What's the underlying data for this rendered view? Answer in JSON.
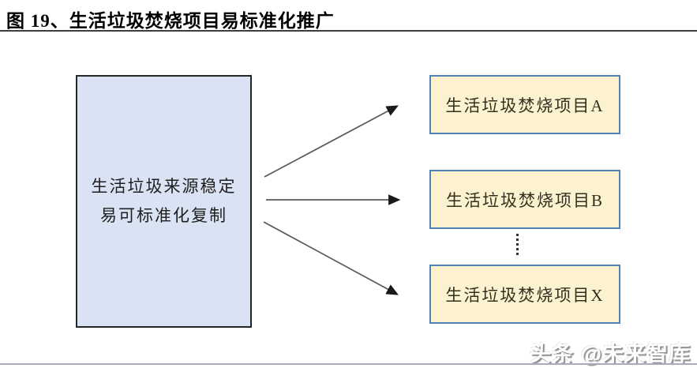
{
  "figure": {
    "title": "图 19、生活垃圾焚烧项目易标准化推广"
  },
  "diagram": {
    "source_box": {
      "line1": "生活垃圾来源稳定",
      "line2": "易可标准化复制"
    },
    "target_boxes": [
      {
        "label": "生活垃圾焚烧项目A"
      },
      {
        "label": "生活垃圾焚烧项目B"
      },
      {
        "label": "生活垃圾焚烧项目X"
      }
    ]
  },
  "watermark": {
    "text": "头条 @未来智库"
  },
  "colors": {
    "source_fill": "#dae3f3",
    "source_border": "#262626",
    "target_fill": "#fdf2cf",
    "target_border": "#4f81bd",
    "arrow_line": "#595959",
    "arrow_head": "#1a1a1a",
    "title_rule": "#3d3d3d",
    "bottom_rule": "#a6adb8",
    "text": "#1f1f1f"
  }
}
